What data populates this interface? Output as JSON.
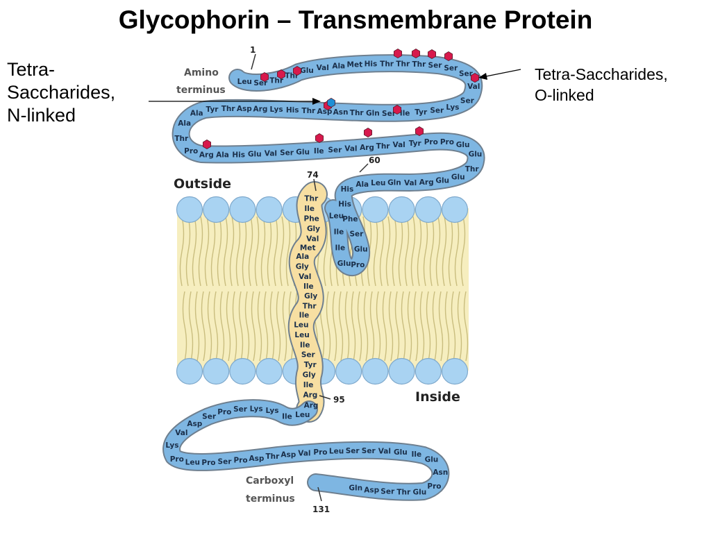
{
  "title": "Glycophorin – Transmembrane Protein",
  "left_annotation": [
    "Tetra-",
    "Saccharides,",
    "N-linked"
  ],
  "right_annotation": [
    "Tetra-Saccharides,",
    "O-linked"
  ],
  "labels": {
    "amino": [
      "Amino",
      "terminus"
    ],
    "carboxyl": [
      "Carboxyl",
      "terminus"
    ],
    "outside": "Outside",
    "inside": "Inside"
  },
  "position_numbers": [
    "1",
    "60",
    "74",
    "95",
    "131"
  ],
  "residues": [
    "Leu",
    "Ser",
    "Thr",
    "Thr",
    "Glu",
    "Val",
    "Ala",
    "Met",
    "His",
    "Thr",
    "Thr",
    "Thr",
    "Ser",
    "Ser",
    "Ser",
    "Val",
    "Ser",
    "Lys",
    "Ser",
    "Tyr",
    "Ile",
    "Ser",
    "Gln",
    "Thr",
    "Asn",
    "Asp",
    "Thr",
    "His",
    "Lys",
    "Arg",
    "Asp",
    "Thr",
    "Tyr",
    "Ala",
    "Ala",
    "Thr",
    "Pro",
    "Arg",
    "Ala",
    "His",
    "Glu",
    "Val",
    "Ser",
    "Glu",
    "Ile",
    "Ser",
    "Val",
    "Arg",
    "Thr",
    "Val",
    "Tyr",
    "Pro",
    "Pro",
    "Glu",
    "Glu",
    "Thr",
    "Glu",
    "Glu",
    "Arg",
    "Val",
    "Gln",
    "Leu",
    "Ala",
    "His",
    "His",
    "Phe",
    "Ser",
    "Glu",
    "Pro",
    "Glu",
    "Ile",
    "Ile",
    "Leu",
    "Thr",
    "Ile",
    "Phe",
    "Gly",
    "Val",
    "Met",
    "Ala",
    "Gly",
    "Val",
    "Ile",
    "Gly",
    "Thr",
    "Ile",
    "Leu",
    "Leu",
    "Ile",
    "Ser",
    "Tyr",
    "Gly",
    "Ile",
    "Arg",
    "Arg",
    "Leu",
    "Ile",
    "Lys",
    "Lys",
    "Ser",
    "Pro",
    "Ser",
    "Asp",
    "Val",
    "Lys",
    "Pro",
    "Leu",
    "Pro",
    "Ser",
    "Pro",
    "Asp",
    "Thr",
    "Asp",
    "Val",
    "Pro",
    "Leu",
    "Ser",
    "Ser",
    "Val",
    "Glu",
    "Ile",
    "Glu",
    "Asn",
    "Pro",
    "Glu",
    "Thr",
    "Ser",
    "Asp",
    "Gln"
  ],
  "colors": {
    "extracellular_chain": "#7eb6e2",
    "chain_outline": "#6e7f8f",
    "transmembrane_helix": "#f7dfa2",
    "lipid_head": "#a9d3f2",
    "lipid_tail": "#f6eebf",
    "o_linked_sugar": "#d7194c",
    "n_linked_sugar": "#1e8fd6"
  }
}
